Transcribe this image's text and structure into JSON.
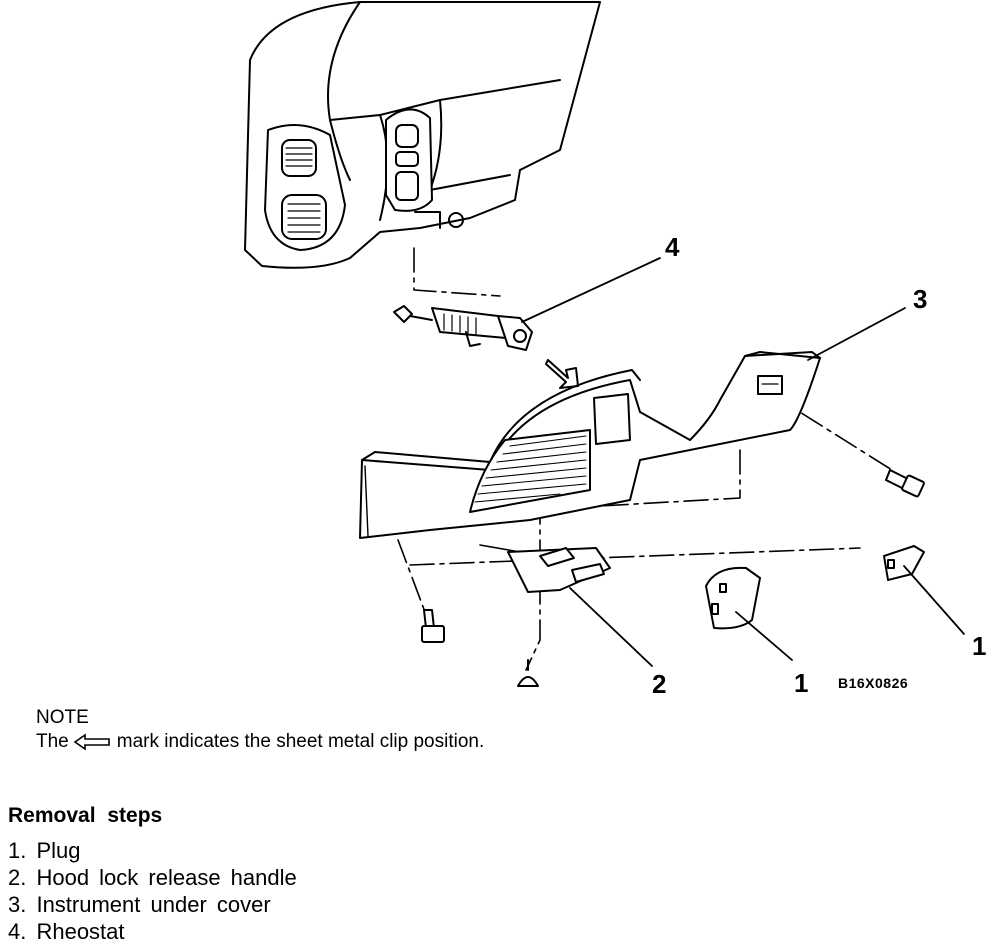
{
  "callouts": {
    "plug_left": "1",
    "plug_right": "1",
    "hood_handle": "2",
    "under_cover": "3",
    "rheostat": "4"
  },
  "figure_code": "B16X0826",
  "note": {
    "heading": "NOTE",
    "before_arrow": "The",
    "after_arrow": "mark indicates the sheet metal clip position."
  },
  "steps": {
    "heading": "Removal steps",
    "items": [
      "1. Plug",
      "2. Hood lock release handle",
      "3. Instrument under cover",
      "4. Rheostat"
    ]
  }
}
